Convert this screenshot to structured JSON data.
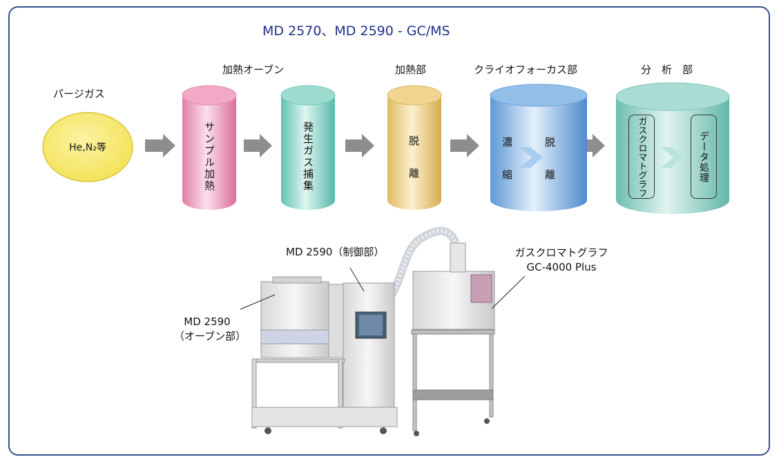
{
  "title": "MD 2570、MD 2590 - GC/MS",
  "purge": {
    "heading": "パージガス",
    "gas_label": "He,N₂等"
  },
  "stages": {
    "oven": "加熱オーブン",
    "heating": "加熱部",
    "cryo": "クライオフォーカス部",
    "analysis": "分　析　部"
  },
  "cylinders": {
    "sample_heating": "サンプル加熱",
    "gas_trap": "発生ガス捕集",
    "desorption_1": "脱",
    "desorption_2": "離",
    "concentrate_1": "濃",
    "concentrate_2": "縮",
    "cryo_desorb_1": "脱",
    "cryo_desorb_2": "離",
    "gc": "ガスクロマトグラフ",
    "data": "データ処理"
  },
  "photo_labels": {
    "control_unit": "MD 2590（制御部）",
    "oven_unit_line1": "MD 2590",
    "oven_unit_line2": "（オーブン部）",
    "gc_line1": "ガスクロマトグラフ",
    "gc_line2": "GC-4000 Plus"
  },
  "colors": {
    "frame": "#33508f",
    "title": "#1f2f8a",
    "purge_fill": "#f7ea72",
    "cyl_pink": "#ea8cb0",
    "cyl_teal": "#7fd0c2",
    "cyl_yellow": "#e9c978",
    "cyl_blue": "#6ea6de",
    "cyl_analysis": "#86cbc0",
    "arrow": "#8d8d8d"
  }
}
